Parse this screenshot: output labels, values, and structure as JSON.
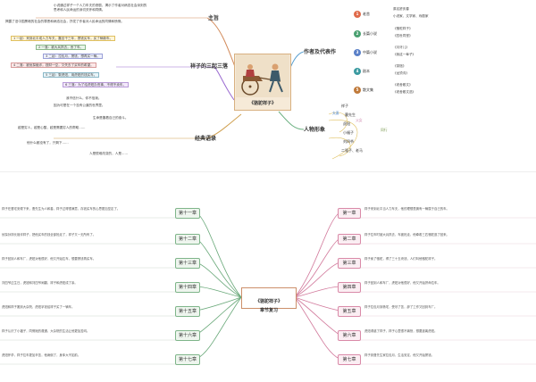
{
  "top": {
    "title": "《骆驼祥子》",
    "branch_theme": "主旨",
    "theme_lines": [
      "小说通过祥子一个人力车夫的悲剧，揭示了作者对病态社会深刻的",
      "思考和人民命运的深切关怀和同情。",
      "揭露了旧中国黑暗的社会的罪恶和病态社会，抒发了作者对人民命运的同情和愤慨。"
    ],
    "branch_three": "祥子的三起三落",
    "three_items": [
      "1 一起：来到北平成人力车夫，靠苦干三年，攒钱买车，买了辆新车。",
      "2 一落：被大兵抓去，丢了车。",
      "3 二起：拉包月，攒钱，想再买一辆。",
      "4 二落：被侦探敲诈，钱财一空，又失去了买车的希望。",
      "5 三起：娶虎妞，用虎妞的钱买车。",
      "6 三落：为了给虎妞办丧事，不得不卖车。"
    ],
    "branch_quotes": "经典语录",
    "quote_lines": [
      "我不信什么，你不信我。",
      "因为可是在一个没有公道的世界里。",
      "生命是靠着自己的奋斗。",
      "越是穷人，越是心酸，越是需要穷人的帮助……",
      "他什么都没有了，只剩下……",
      "人是很难改变的，人是……"
    ],
    "branch_author": "作者及代表作",
    "author_items": [
      {
        "num": "1",
        "name": "老舍",
        "sub": [
          "原名舒庆春",
          "小说家、文学家、戏剧家"
        ]
      },
      {
        "num": "2",
        "name": "长篇小说",
        "sub": [
          "《骆驼祥子》",
          "《四世同堂》"
        ]
      },
      {
        "num": "3",
        "name": "中篇小说",
        "sub": [
          "《月牙儿》",
          "《我这一辈子》"
        ]
      },
      {
        "num": "4",
        "name": "剧本",
        "sub": [
          "《茶馆》",
          "《龙须沟》"
        ]
      },
      {
        "num": "5",
        "name": "散文集",
        "sub": [
          "《老舍散文》",
          "《老舍散文选》"
        ]
      }
    ],
    "branch_people": "人物形象",
    "people": [
      "祥子",
      "曹先生",
      "虎妞",
      "小福子",
      "刘四爷",
      "二强子、老马"
    ],
    "rel_labels": [
      "夫妻",
      "父女",
      "同行"
    ]
  },
  "bottom": {
    "title": "《骆驼祥子》\n章节复习",
    "left_chapters": [
      "第十一章",
      "第十二章",
      "第十三章",
      "第十四章",
      "第十五章",
      "第十六章",
      "第十七章"
    ],
    "right_chapters": [
      "第一章",
      "第二章",
      "第三章",
      "第四章",
      "第五章",
      "第六章",
      "第七章"
    ],
    "left_texts": [
      "祥子在曹宅安顿下来，曹先生为人和善，祥子过得很满意，存钱买车的心思更加坚定了。",
      "侦探孙排长敲诈祥子，把他买车的钱全部抢走了，祥子又一无所有了。",
      "祥子回到人和车厂，虎妞对他很好，他又开始拉车，想要攒钱再买车。",
      "刘四爷过生日，虎妞和刘四爷闹翻，祥子和虎妞成了亲。",
      "虎妞和祥子搬到大杂院，虎妞拿钱给祥子买了一辆车。",
      "祥子认识了小福子，同情她的遭遇，大杂院的生活让他更加苦闷。",
      "虎妞怀孕，祥子拉车更加辛苦，他病倒了，身体大不如前。"
    ],
    "right_texts": [
      "祥子来到北平当人力车夫，他的理想是拥有一辆属于自己的车。",
      "祥子拉车时被大兵抓去，车被抢走，他牵着三匹骆驼逃了回来。",
      "祥子卖了骆驼，得了三十五块钱，人们叫他骆驼祥子。",
      "祥子回到人和车厂，虎妞对他很好，他又开始拼命拉车。",
      "祥子拉包月到杨宅，受尽了苦，辞了工作又回到车厂。",
      "虎妞诱惑了祥子，祥子心里很不痛快，想要逃离虎妞。",
      "祥子到曹先生家拉包月，生活安定，他又开始攒钱。"
    ]
  },
  "colors": {
    "left": "#6aa97a",
    "right": "#d27a9c",
    "center_border": "#d8b080"
  }
}
